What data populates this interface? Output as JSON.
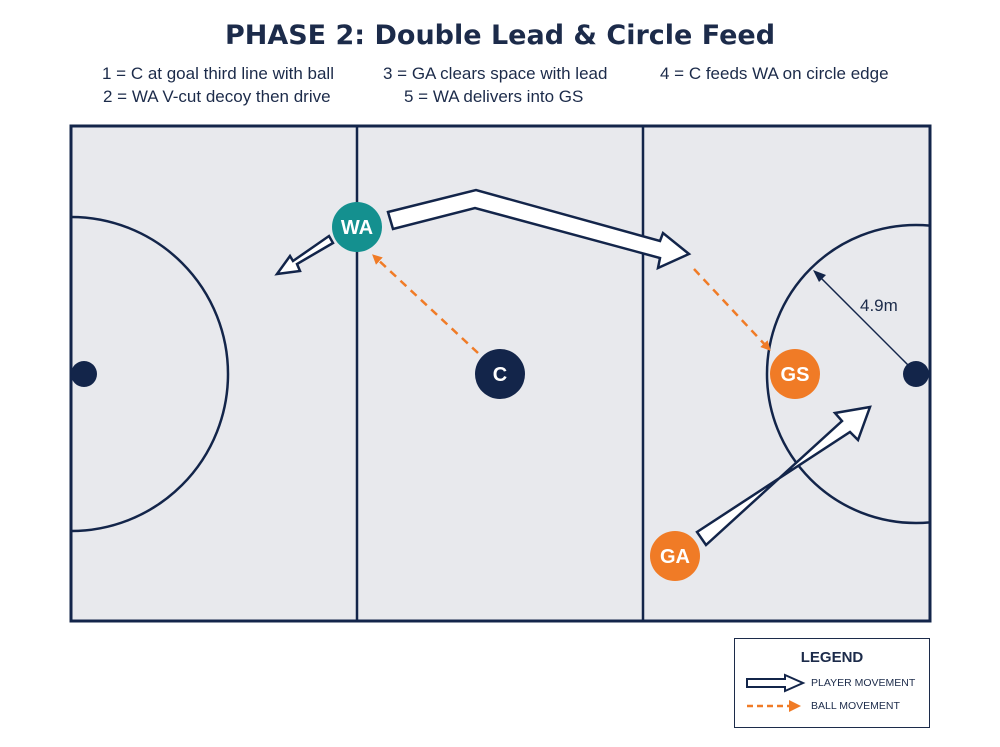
{
  "title": "PHASE 2: Double Lead & Circle Feed",
  "steps": [
    {
      "text": "1 = C at goal third line with ball"
    },
    {
      "text": "3 = GA clears space with lead"
    },
    {
      "text": "4 = C feeds WA on circle edge"
    },
    {
      "text": "2 = WA V-cut decoy then drive"
    },
    {
      "text": "5 = WA delivers into GS"
    }
  ],
  "players": {
    "wa": {
      "label": "WA",
      "color": "#14908f"
    },
    "c": {
      "label": "C",
      "color": "#13254a"
    },
    "gs": {
      "label": "GS",
      "color": "#f07b26"
    },
    "ga": {
      "label": "GA",
      "color": "#f07b26"
    }
  },
  "annotations": {
    "radius_label": "4.9m"
  },
  "colors": {
    "court_fill": "#e8e9ed",
    "court_line": "#13254a",
    "ball_movement": "#f07b26",
    "player_movement": "#13254a"
  },
  "legend": {
    "title": "LEGEND",
    "player_movement": "PLAYER MOVEMENT",
    "ball_movement": "BALL MOVEMENT"
  }
}
